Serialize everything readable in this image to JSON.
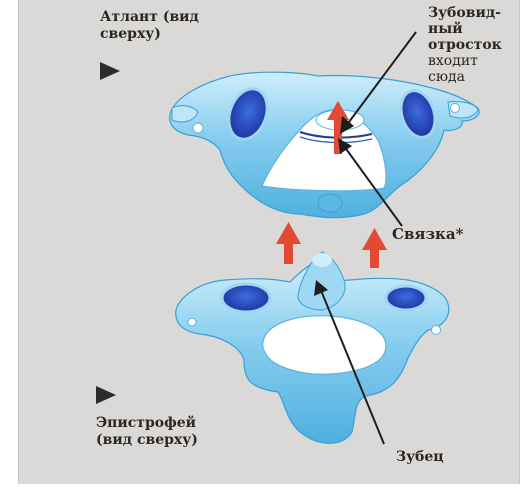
{
  "labels": {
    "atlas_line1": "Атлант (вид",
    "atlas_line2": "сверху)",
    "odontoid_line1": "Зубовид-",
    "odontoid_line2": "ный",
    "odontoid_line3": "отросток",
    "odontoid_line4": "входит",
    "odontoid_line5": "сюда",
    "ligament": "Связка*",
    "axis_line1": "Эпистрофей",
    "axis_line2": "(вид сверху)",
    "dens": "Зубец"
  },
  "colors": {
    "bone": "#78c6ea",
    "bone_light": "#bfe5f7",
    "facet": "#2346b8",
    "arrow_red": "#e24a36",
    "text": "#2b2622",
    "background": "#dad9d7"
  },
  "icons": [
    "triangle-pointer-icon",
    "red-up-arrow-icon"
  ]
}
